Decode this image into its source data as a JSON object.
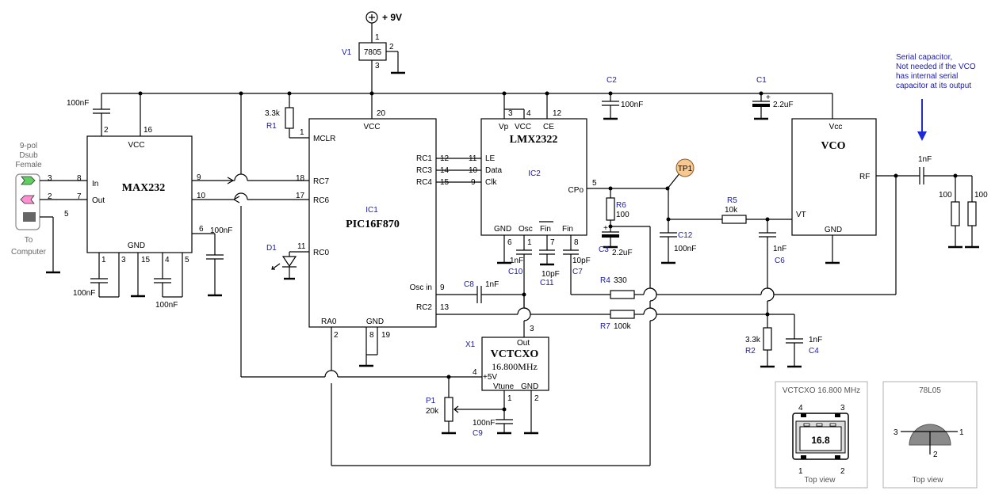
{
  "supply": {
    "label": "+ 9V"
  },
  "regulator": {
    "ref": "V1",
    "name": "7805",
    "pin_in": "1",
    "pin_gnd": "2",
    "pin_out": "3"
  },
  "connector": {
    "lines": [
      "9-pol",
      "Dsub",
      "Female"
    ],
    "pins": [
      "3",
      "2",
      "5"
    ],
    "to_computer": [
      "To",
      "Computer"
    ]
  },
  "max232": {
    "name": "MAX232",
    "vcc": "VCC",
    "gnd": "GND",
    "in_label": "In",
    "out_label": "Out",
    "pin_left": [
      "8",
      "7"
    ],
    "pin_top": [
      "2",
      "16"
    ],
    "pin_right": [
      "9",
      "10",
      "6"
    ],
    "pin_bottom": [
      "1",
      "3",
      "15",
      "4",
      "5"
    ],
    "cap_top": "100nF",
    "cap_bl": "100nF",
    "cap_bm": "100nF",
    "cap_r": "100nF"
  },
  "pic": {
    "ref": "IC1",
    "name": "PIC16F870",
    "vcc": "VCC",
    "gnd": "GND",
    "mclr": "MCLR",
    "rc7": "RC7",
    "rc6": "RC6",
    "rc0": "RC0",
    "ra0": "RA0",
    "rc1": "RC1",
    "rc3": "RC3",
    "rc4": "RC4",
    "oscin": "Osc in",
    "rc2": "RC2",
    "pin_vcc": "20",
    "pin_mclr": "1",
    "pin_rc7": "18",
    "pin_rc6": "17",
    "pin_rc0": "11",
    "pin_ra0": "2",
    "pin_gnd1": "8",
    "pin_gnd2": "19",
    "pin_rc1": "12",
    "pin_rc3": "14",
    "pin_rc4": "15",
    "pin_oscin": "9",
    "pin_rc2": "13"
  },
  "r1": {
    "ref": "R1",
    "value": "3.3k"
  },
  "d1": {
    "ref": "D1"
  },
  "lmx": {
    "ref": "IC2",
    "name": "LMX2322",
    "vp": "Vp",
    "vcc": "VCC",
    "ce": "CE",
    "le": "LE",
    "data": "Data",
    "clk": "Clk",
    "cpo": "CPo",
    "gnd": "GND",
    "osc": "Osc",
    "fin_bar": "Fin",
    "fin": "Fin",
    "pin_vp": "3",
    "pin_vcc": "4",
    "pin_ce": "12",
    "pin_le": "11",
    "pin_data": "10",
    "pin_clk": "9",
    "pin_cpo": "5",
    "pin_gnd": "6",
    "pin_osc": "1",
    "pin_finbar": "7",
    "pin_fin": "8"
  },
  "caps": {
    "c1": {
      "ref": "C1",
      "value": "2.2uF"
    },
    "c2": {
      "ref": "C2",
      "value": "100nF"
    },
    "c3": {
      "ref": "C3",
      "value": "2.2uF"
    },
    "c4": {
      "ref": "C4",
      "value": "1nF"
    },
    "c6": {
      "ref": "C6",
      "value": "1nF"
    },
    "c7": {
      "ref": "C7",
      "value": "10pF"
    },
    "c8": {
      "ref": "C8",
      "value": "1nF"
    },
    "c9": {
      "ref": "C9",
      "value": "100nF"
    },
    "c10": {
      "ref": "C10",
      "value": "1nF"
    },
    "c11": {
      "ref": "C11",
      "value": "10pF"
    },
    "c12": {
      "ref": "C12",
      "value": "100nF"
    },
    "crf": {
      "value": "1nF"
    }
  },
  "resistors": {
    "r2": {
      "ref": "R2",
      "value": "3.3k"
    },
    "r4": {
      "ref": "R4",
      "value": "330"
    },
    "r5": {
      "ref": "R5",
      "value": "10k"
    },
    "r6": {
      "ref": "R6",
      "value": "100"
    },
    "r7": {
      "ref": "R7",
      "value": "100k"
    },
    "load1": {
      "value": "100"
    },
    "load2": {
      "value": "100"
    }
  },
  "tp1": {
    "label": "TP1"
  },
  "vco": {
    "name": "VCO",
    "vcc": "Vcc",
    "rf": "RF",
    "vt": "VT",
    "gnd": "GND"
  },
  "tcxo": {
    "ref": "X1",
    "name": "VCTCXO",
    "freq": "16.800MHz",
    "out": "Out",
    "plus5": "+5V",
    "vtune": "Vtune",
    "gnd": "GND",
    "pin_out": "3",
    "pin_5v": "4",
    "pin_vtune": "1",
    "pin_gnd": "2"
  },
  "p1": {
    "ref": "P1",
    "value": "20k"
  },
  "note": {
    "lines": [
      "Serial capacitor,",
      "Not needed if the VCO",
      "has internal serial",
      "capacitor at its output"
    ]
  },
  "inset_tcxo": {
    "title": "VCTCXO 16.800 MHz",
    "marking": "16.8",
    "pins": [
      "4",
      "3",
      "1",
      "2"
    ],
    "view": "Top view"
  },
  "inset_78l05": {
    "title": "78L05",
    "pins": [
      "3",
      "1",
      "2"
    ],
    "view": "Top view"
  },
  "colors": {
    "ink": "#000000",
    "ref_blue": "#1a1aa8",
    "tp_fill": "#f7c88f",
    "arrow_blue": "#1c2bd6",
    "panel_border": "#b0b0b0"
  }
}
